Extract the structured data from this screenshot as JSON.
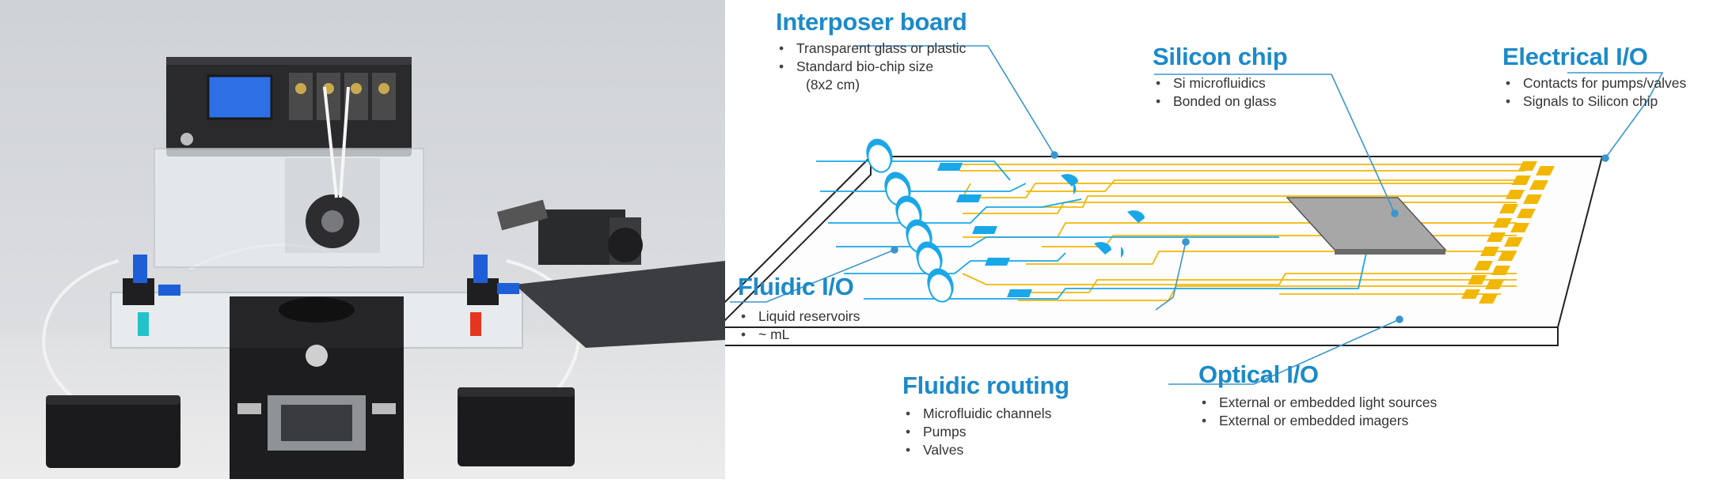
{
  "callouts": {
    "interposer": {
      "title": "Interposer board",
      "bullets": [
        "Transparent glass or plastic",
        "Standard bio-chip size",
        "(8x2 cm)"
      ]
    },
    "silicon": {
      "title": "Silicon chip",
      "bullets": [
        "Si microfluidics",
        "Bonded on glass"
      ]
    },
    "electrical": {
      "title": "Electrical I/O",
      "bullets": [
        "Contacts for pumps/valves",
        "Signals to Silicon chip"
      ]
    },
    "fluidic_io": {
      "title": "Fluidic I/O",
      "bullets": [
        "Liquid reservoirs",
        "~ mL"
      ]
    },
    "routing": {
      "title": "Fluidic routing",
      "bullets": [
        "Microfluidic channels",
        "Pumps",
        "Valves"
      ]
    },
    "optical": {
      "title": "Optical I/O",
      "bullets": [
        "External or embedded light sources",
        "External or embedded imagers"
      ]
    }
  },
  "colors": {
    "accent": "#1c8ac9",
    "fluid": "#1aa7e8",
    "gold": "#f2b705",
    "chip": "#a7a7a7",
    "leader": "#3a95cf"
  }
}
